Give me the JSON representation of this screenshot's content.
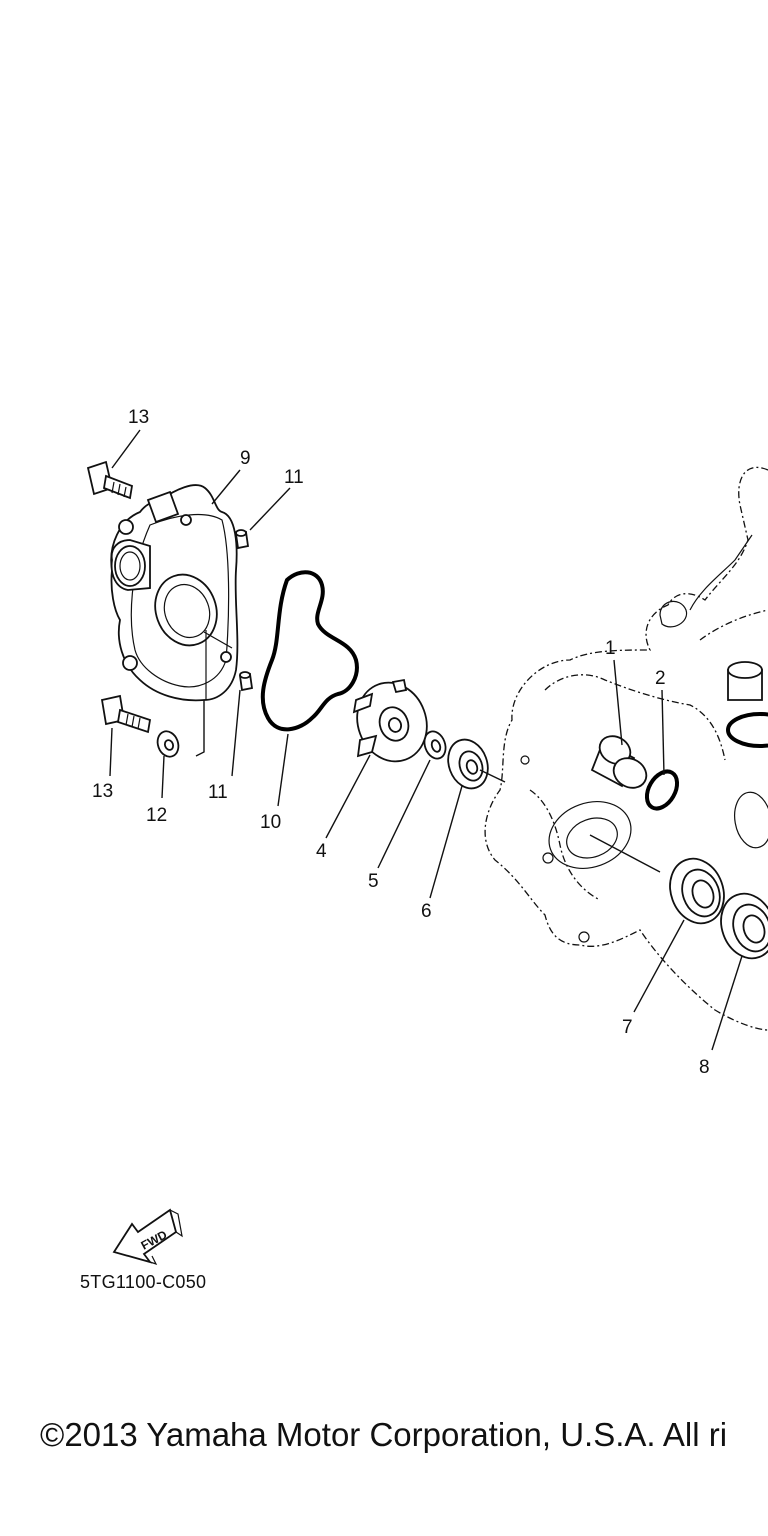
{
  "diagram": {
    "callouts": {
      "c1": "1",
      "c2": "2",
      "c4": "4",
      "c5": "5",
      "c6": "6",
      "c7": "7",
      "c8": "8",
      "c9": "9",
      "c10": "10",
      "c11a": "11",
      "c11b": "11",
      "c12": "12",
      "c13a": "13",
      "c13b": "13"
    },
    "fwd_label": "FWD",
    "diagram_code": "5TG1100-C050"
  },
  "footer": {
    "copyright": "©2013 Yamaha Motor Corporation, U.S.A. All ri"
  }
}
